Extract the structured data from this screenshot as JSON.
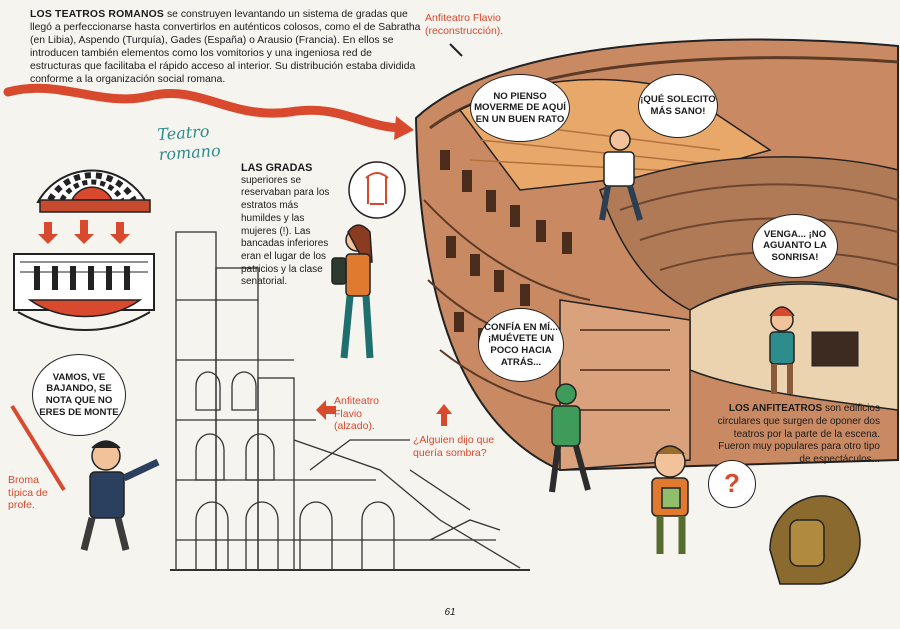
{
  "intro": {
    "title": "LOS TEATROS ROMANOS",
    "body": " se construyen levantando un sistema de gradas que llegó a perfeccionarse hasta convertirlos en auténticos colosos, como el de Sabratha (en Libia), Aspendo (Turquía), Gades (España) o Arausio (Francia). En ellos se introducen también elementos como los vomitorios y una ingeniosa red de estructuras que facilitaba el rápido acceso al interior. Su distribución estaba dividida conforme a la organización social romana."
  },
  "labels": {
    "teatro_romano": "Teatro romano",
    "flavio_reconstruccion": "Anfiteatro Flavio (reconstrucción).",
    "flavio_alzado": "Anfiteatro Flavio (alzado).",
    "broma": "Broma típica de profe.",
    "sombra": "¿Alguien dijo que quería sombra?"
  },
  "gradas": {
    "title": "LAS GRADAS",
    "body": "superiores se reservaban para los estratos más humildes y las mujeres (!). Las bancadas inferiores eran el lugar de los patricios y la clase senatorial."
  },
  "anfiteatros": {
    "title": "LOS ANFITEATROS",
    "body": " son edificios circulares que surgen de oponer dos teatros por la parte de la escena. Fueron muy populares para otro tipo de espectáculos..."
  },
  "bubbles": {
    "no_pienso": "No pienso moverme de aquí en un buen rato",
    "solecito": "¡Qué solecito más sano!",
    "venga": "Venga... ¡No aguanto la sonrisa!",
    "confia": "Confía en mí... ¡Muévete un poco hacia atrás...",
    "vamos": "Vamos, ve bajando, se nota que no eres de monte",
    "question": "?"
  },
  "page_number": "61",
  "colors": {
    "accent_red": "#d9492e",
    "teal": "#2d8c8c",
    "sand": "#e8a86a",
    "stone": "#b07a56"
  }
}
